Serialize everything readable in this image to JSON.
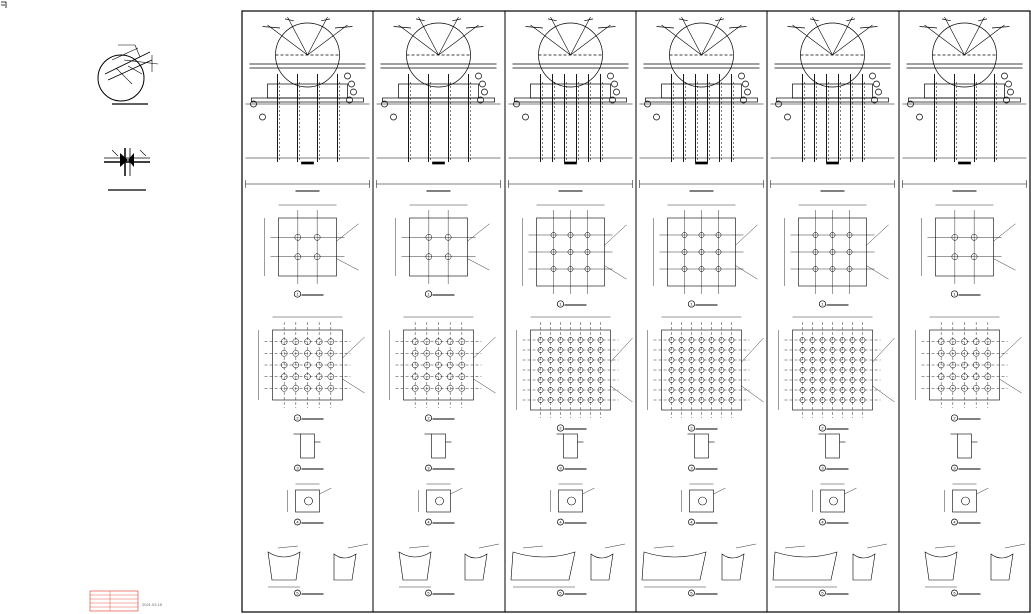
{
  "left_panel": {
    "detail_top_caption": "",
    "detail_bottom_caption": "",
    "stamp_date": "2021.03.15",
    "stamp_color": "#e0301e"
  },
  "columns": [
    {
      "section_label": "",
      "plan_labels": [
        "1",
        "2",
        "3",
        "4",
        "5"
      ]
    },
    {
      "section_label": "",
      "plan_labels": [
        "1",
        "2",
        "3",
        "4",
        "5"
      ]
    },
    {
      "section_label": "",
      "plan_labels": [
        "1",
        "2",
        "3",
        "4",
        "5"
      ]
    },
    {
      "section_label": "",
      "plan_labels": [
        "1",
        "2",
        "3",
        "4",
        "5"
      ]
    },
    {
      "section_label": "",
      "plan_labels": [
        "1",
        "2",
        "3",
        "4",
        "5"
      ]
    },
    {
      "section_label": "",
      "plan_labels": [
        "1",
        "2",
        "3",
        "4",
        "5"
      ]
    }
  ],
  "colors": {
    "line": "#000000",
    "grid": "#888888",
    "paper": "#ffffff"
  }
}
